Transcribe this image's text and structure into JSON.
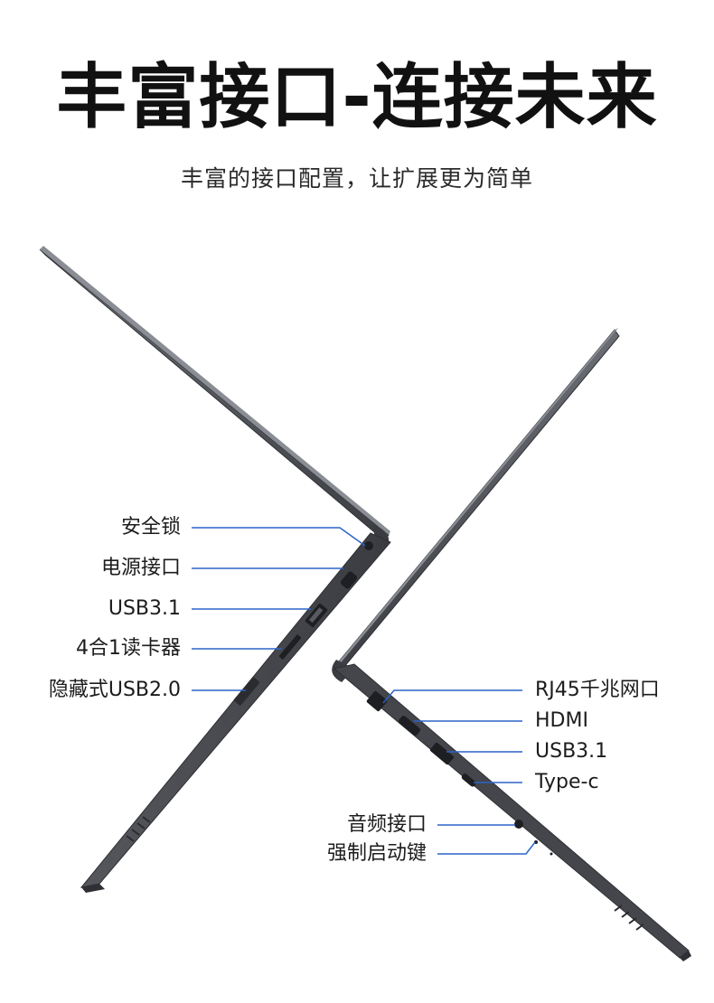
{
  "header": {
    "title": "丰富接口-连接未来",
    "subtitle": "丰富的接口配置，让扩展更为简单"
  },
  "left_ports": [
    {
      "label": "安全锁"
    },
    {
      "label": "电源接口"
    },
    {
      "label": "USB3.1"
    },
    {
      "label": "4合1读卡器"
    },
    {
      "label": "隐藏式USB2.0"
    }
  ],
  "right_ports": [
    {
      "label": "RJ45千兆网口"
    },
    {
      "label": "HDMI"
    },
    {
      "label": "USB3.1"
    },
    {
      "label": "Type-c"
    }
  ],
  "bottom_ports": [
    {
      "label": "音频接口"
    },
    {
      "label": "强制启动键"
    }
  ],
  "colors": {
    "leader_line": "#2d64c8",
    "laptop_body": "#4a4c52",
    "laptop_edge": "#2e3035",
    "laptop_highlight": "#8a8d94"
  }
}
